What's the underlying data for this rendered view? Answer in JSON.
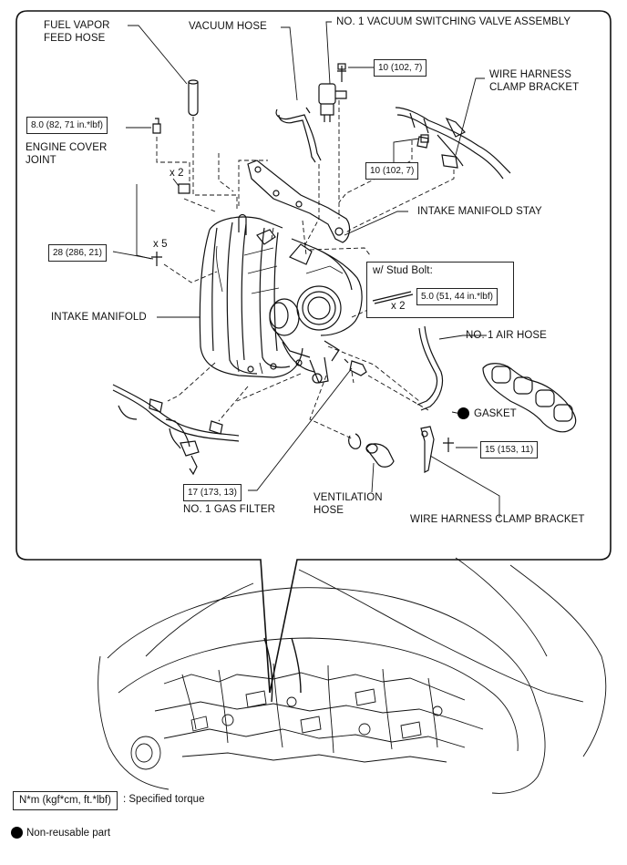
{
  "labels": {
    "fuel_vapor_feed_hose": "FUEL VAPOR\nFEED HOSE",
    "vacuum_hose": "VACUUM HOSE",
    "vsv_assembly": "NO. 1 VACUUM SWITCHING VALVE ASSEMBLY",
    "wire_harness_clamp_bracket_top": "WIRE HARNESS\nCLAMP BRACKET",
    "engine_cover_joint": "ENGINE COVER\nJOINT",
    "intake_manifold_stay": "INTAKE MANIFOLD STAY",
    "intake_manifold": "INTAKE MANIFOLD",
    "no1_air_hose": "NO. 1 AIR HOSE",
    "gasket": "GASKET",
    "ventilation_hose": "VENTILATION\nHOSE",
    "no1_gas_filter": "NO. 1 GAS FILTER",
    "wire_harness_clamp_bracket_bottom": "WIRE HARNESS CLAMP BRACKET",
    "stud_bolt": "w/ Stud Bolt:",
    "qty_x2_top": "x 2",
    "qty_x5": "x 5",
    "qty_x2_stud": "x 2"
  },
  "torques": {
    "engine_cover_joint": "8.0 (82, 71 in.*lbf)",
    "vsv": "10 (102, 7)",
    "clamp_bracket_top": "10 (102, 7)",
    "manifold_bolts": "28 (286, 21)",
    "stud_bolt": "5.0 (51, 44 in.*lbf)",
    "clamp_bracket_bottom": "15 (153, 11)",
    "gas_filter": "17 (173, 13)"
  },
  "legend": {
    "torque_unit": "N*m (kgf*cm, ft.*lbf)",
    "torque_desc": ": Specified torque",
    "non_reusable": "Non-reusable part"
  }
}
